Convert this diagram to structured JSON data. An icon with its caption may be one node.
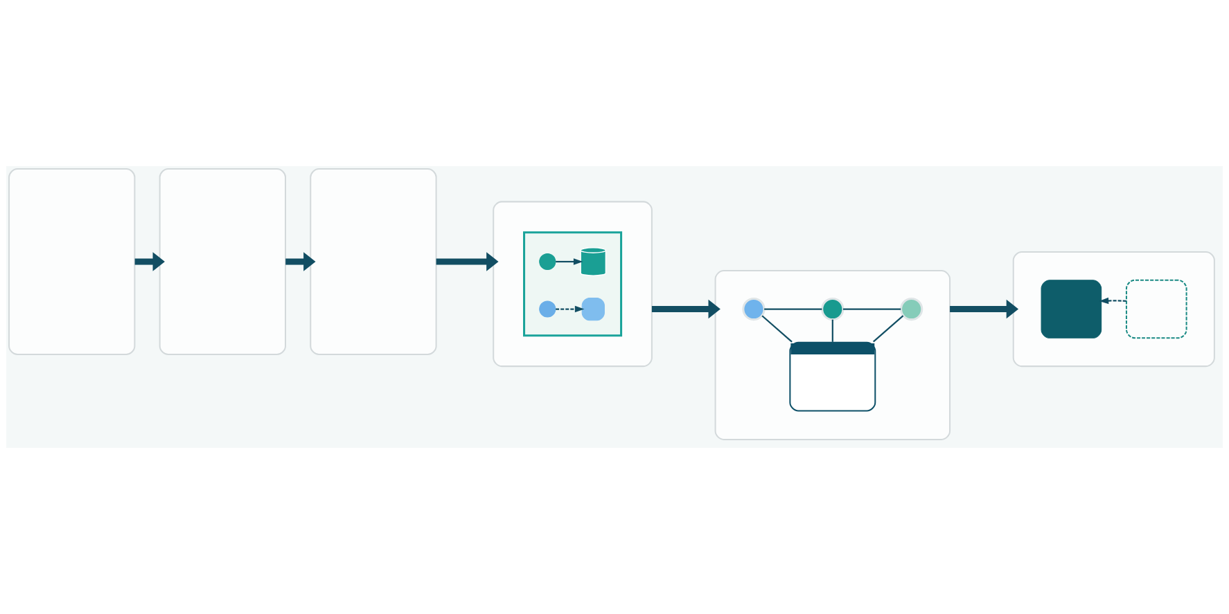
{
  "diagram": {
    "nodes": [
      {
        "text": [],
        "shape": "box"
      },
      {
        "text": [],
        "shape": "box"
      },
      {
        "text": [],
        "shape": "box"
      },
      {
        "text": [],
        "shape": "box"
      },
      {
        "text": [],
        "shape": "shield",
        "in": 3
      },
      {
        "text": [],
        "shape": "circle",
        "in": 4
      },
      {
        "text": [],
        "shape": "cylinder",
        "in": 4
      },
      {
        "text": [],
        "shape": "circle",
        "in": 4
      },
      {
        "text": [],
        "shape": "box",
        "in": 4
      },
      {
        "text": [],
        "shape": "box"
      },
      {
        "text": [],
        "shape": "picture",
        "in": 9
      },
      {
        "text": [],
        "shape": "circle",
        "in": 9
      },
      {
        "text": [],
        "shape": "circle",
        "in": 9
      },
      {
        "text": [],
        "shape": "circle",
        "in": 9
      },
      {
        "text": [],
        "shape": "box"
      },
      {
        "text": [],
        "shape": "box",
        "in": 14
      },
      {
        "text": [],
        "shape": "box",
        "in": 14
      }
    ],
    "edges": [
      {
        "from": 0,
        "to": 1,
        "arrow": "to",
        "style": "thick"
      },
      {
        "from": 1,
        "to": 2,
        "arrow": "to",
        "style": "thick"
      },
      {
        "from": 2,
        "to": 3,
        "arrow": "to",
        "style": "thick"
      },
      {
        "from": 5,
        "to": 6,
        "arrow": "to"
      },
      {
        "from": 7,
        "to": 8,
        "arrow": "to",
        "style": "dashed"
      },
      {
        "from": 3,
        "to": 9,
        "arrow": "to",
        "style": "thick"
      },
      {
        "from": 10,
        "to": 11,
        "arrow": "none"
      },
      {
        "from": 10,
        "to": 12,
        "arrow": "none"
      },
      {
        "from": 10,
        "to": 13,
        "arrow": "none"
      },
      {
        "from": 11,
        "to": 12,
        "arrow": "none"
      },
      {
        "from": 12,
        "to": 13,
        "arrow": "none"
      },
      {
        "from": 9,
        "to": 14,
        "arrow": "to",
        "style": "thick"
      },
      {
        "from": 16,
        "to": 15,
        "arrow": "to",
        "style": "dashed"
      }
    ]
  }
}
